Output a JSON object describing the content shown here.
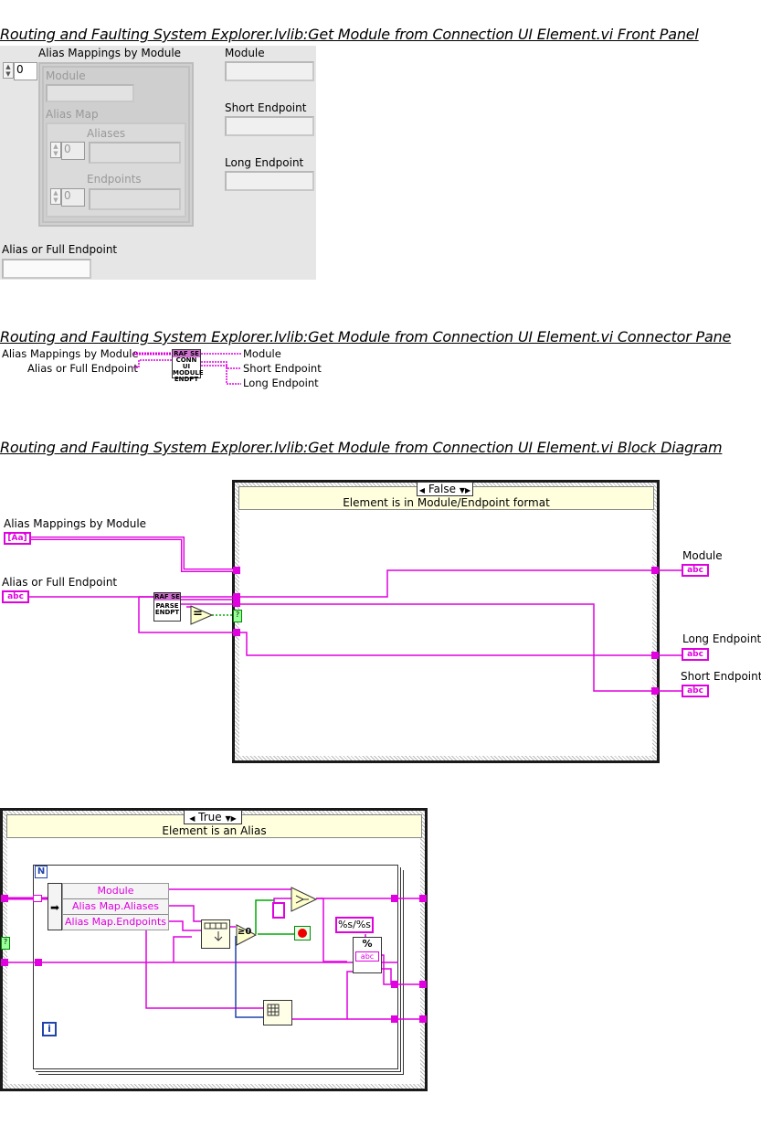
{
  "front_panel": {
    "title": "Routing and Faulting System Explorer.lvlib:Get Module from Connection UI Element.vi Front Panel",
    "array_label": "Alias Mappings by Module",
    "array_index": "0",
    "module_label": "Module",
    "alias_map_label": "Alias Map",
    "aliases_label": "Aliases",
    "aliases_index": "0",
    "endpoints_label": "Endpoints",
    "endpoints_index": "0",
    "out_module_label": "Module",
    "out_short_label": "Short Endpoint",
    "out_long_label": "Long Endpoint",
    "alias_full_label": "Alias or Full Endpoint"
  },
  "connector_pane": {
    "title": "Routing and Faulting System Explorer.lvlib:Get Module from Connection UI Element.vi Connector Pane",
    "in_alias_mappings": "Alias Mappings by Module",
    "in_alias_full": "Alias or Full Endpoint",
    "icon_header": "RAF SE",
    "icon_line1": "CONN UI",
    "icon_line2": "MODULE",
    "icon_line3": "ENDPT",
    "out_module": "Module",
    "out_short": "Short Endpoint",
    "out_long": "Long Endpoint"
  },
  "block_diagram": {
    "title": "Routing and Faulting System Explorer.lvlib:Get Module from Connection UI Element.vi Block Diagram",
    "ctrl_alias_mappings": "Alias Mappings by Module",
    "ctrl_alias_full": "Alias or Full Endpoint",
    "ind_module": "Module",
    "ind_long": "Long Endpoint",
    "ind_short": "Short Endpoint",
    "term_abc": "abc",
    "term_array": "[Aa]",
    "subvi_header": "RAF SE",
    "subvi_line1": "PARSE",
    "subvi_line2": "ENDPT",
    "equals_symbol": "=",
    "false_case": {
      "selector": "False",
      "description": "Element is in Module/Endpoint format"
    },
    "true_case": {
      "selector": "True",
      "description": "Element is an Alias",
      "unbundle_rows": [
        "Module",
        "Alias Map.Aliases",
        "Alias Map.Endpoints"
      ],
      "format_string": "%s/%s",
      "loop_count_label": "N",
      "loop_index_label": "i",
      "ge_zero": "≥0",
      "format_icon": "%",
      "format_body": "abc"
    }
  }
}
